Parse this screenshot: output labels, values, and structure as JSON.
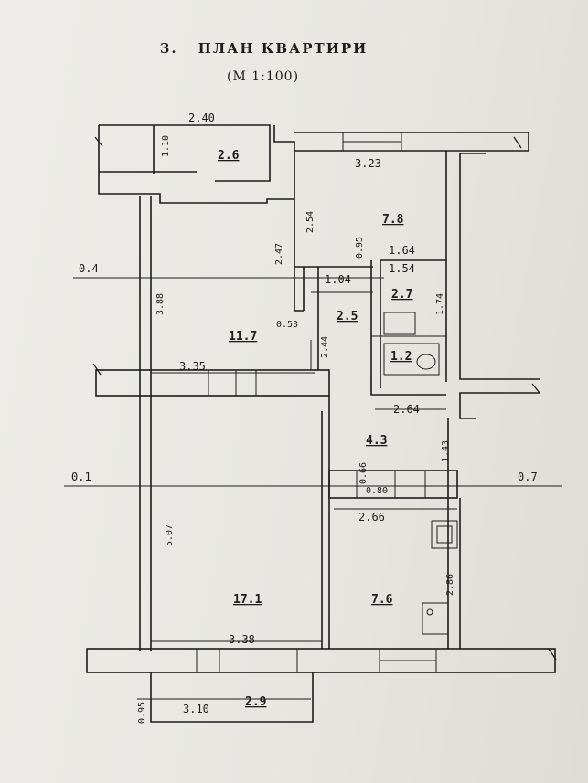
{
  "header": {
    "number": "3.",
    "title": "ПЛАН КВАРТИРИ",
    "scale": "(М 1:100)"
  },
  "rooms": {
    "storage_top": "2.6",
    "kitchen_top": "7.8",
    "bathroom": "2.7",
    "corridor": "2.5",
    "toilet": "1.2",
    "room_left": "11.7",
    "hall": "4.3",
    "room_bottom_left": "17.1",
    "room_bottom_right": "7.6",
    "balcony": "2.9"
  },
  "dimensions": {
    "top_width": "2.40",
    "top_depth": "1.10",
    "kitchen_width": "3.23",
    "kitchen_depth": "2.54",
    "corridor_depth": "2.47",
    "bath_width": "1.64",
    "bath_inner": "1.54",
    "bath_depth": "1.74",
    "small_width": "1.04",
    "small_depth": "0.95",
    "room_left_depth": "3.88",
    "room_left_width": "3.35",
    "corridor_width": "0.53",
    "corridor_len": "2.44",
    "wc_width": "2.64",
    "hall_depth": "1.43",
    "hall_width": "2.66",
    "door_a": "0.80",
    "door_b": "0.66",
    "room_bottom_depth": "5.07",
    "room_bottom_width": "3.38",
    "right_depth": "2.86",
    "balcony_width": "3.10",
    "balcony_depth": "0.95"
  },
  "side_marks": {
    "left_top": "0.4",
    "left_mid": "0.1",
    "right_mid": "0.7"
  }
}
